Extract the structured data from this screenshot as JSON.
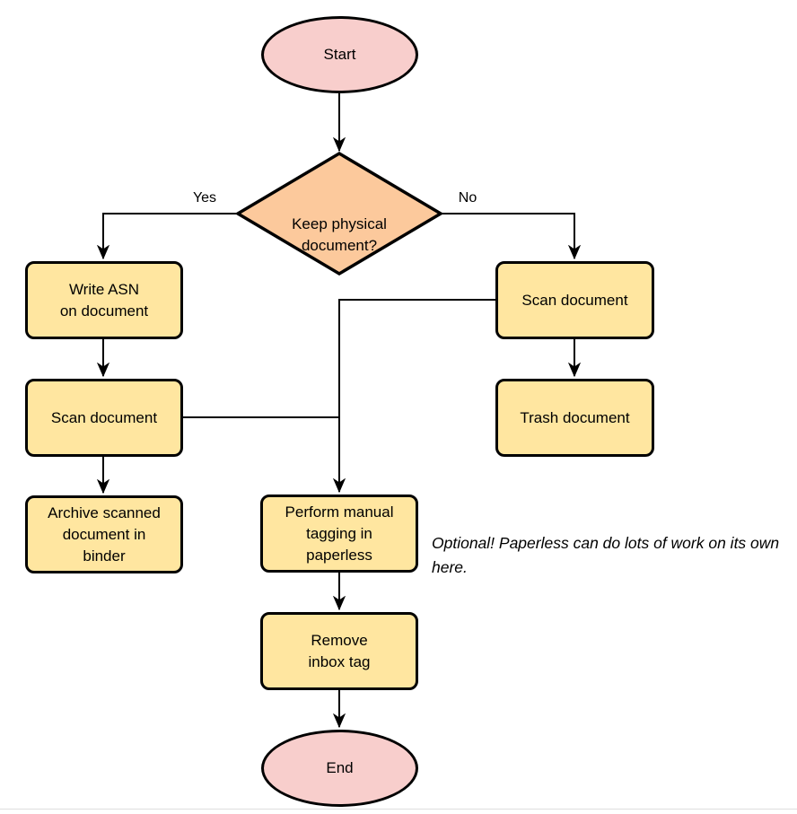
{
  "diagram": {
    "type": "flowchart",
    "colors": {
      "terminal_fill": "#f8cecc",
      "decision_fill": "#fcc99c",
      "process_fill": "#ffe6a0",
      "stroke": "#000000"
    },
    "nodes": {
      "start": {
        "label": "Start",
        "shape": "ellipse"
      },
      "decision": {
        "label": "Keep physical\ndocument?",
        "shape": "diamond"
      },
      "write_asn": {
        "label": "Write ASN\non document",
        "shape": "rounded-rect"
      },
      "scan_left": {
        "label": "Scan document",
        "shape": "rounded-rect"
      },
      "archive": {
        "label": "Archive scanned\ndocument in\nbinder",
        "shape": "rounded-rect"
      },
      "scan_right": {
        "label": "Scan document",
        "shape": "rounded-rect"
      },
      "trash": {
        "label": "Trash document",
        "shape": "rounded-rect"
      },
      "tagging": {
        "label": "Perform manual\ntagging in\npaperless",
        "shape": "rounded-rect"
      },
      "remove_tag": {
        "label": "Remove\ninbox tag",
        "shape": "rounded-rect"
      },
      "end": {
        "label": "End",
        "shape": "ellipse"
      }
    },
    "edge_labels": {
      "yes": "Yes",
      "no": "No"
    },
    "annotation": "Optional! Paperless can do lots of work on its own here."
  }
}
